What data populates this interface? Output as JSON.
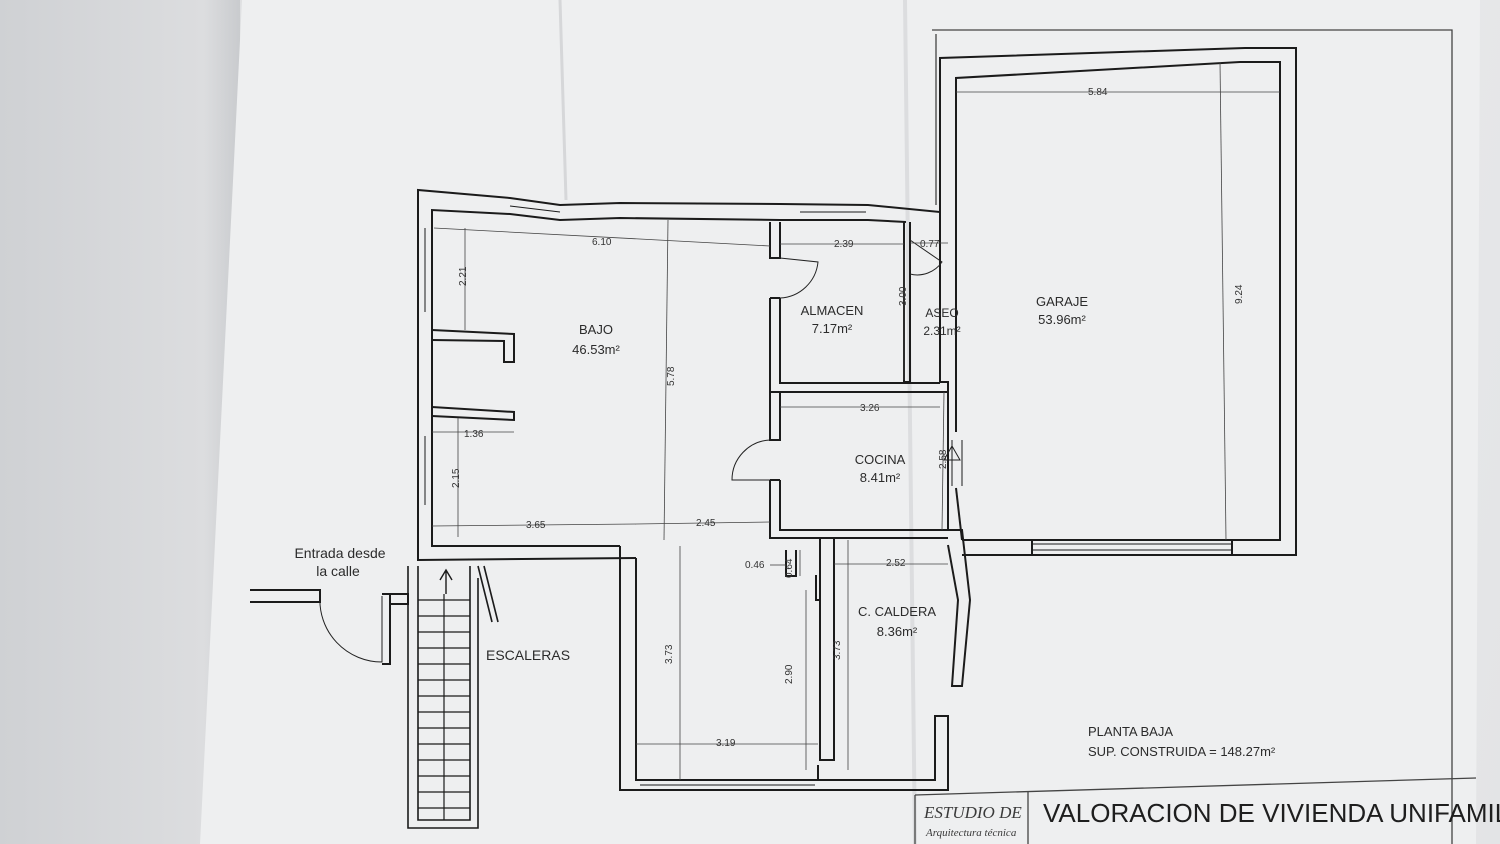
{
  "drawing": {
    "title": "VALORACION DE VIVIENDA UNIFAMILIAR",
    "studio_logo_line1": "ESTUDIO DE",
    "studio_logo_line2": "Arquitectura técnica",
    "plan_name": "PLANTA BAJA",
    "built_area": "SUP. CONSTRUIDA = 148.27m²"
  },
  "rooms": {
    "bajo": {
      "name": "BAJO",
      "area": "46.53m²"
    },
    "almacen": {
      "name": "ALMACEN",
      "area": "7.17m²"
    },
    "aseo": {
      "name": "ASEO",
      "area": "2.31m²"
    },
    "garaje": {
      "name": "GARAJE",
      "area": "53.96m²"
    },
    "cocina": {
      "name": "COCINA",
      "area": "8.41m²"
    },
    "caldera": {
      "name": "C. CALDERA",
      "area": "8.36m²"
    }
  },
  "labels": {
    "entrance_line1": "Entrada desde",
    "entrance_line2": "la calle",
    "stairs": "ESCALERAS"
  },
  "dimensions": {
    "bajo_width": "6.10",
    "almacen_width": "2.39",
    "aseo_width": "0.77",
    "garaje_width": "5.84",
    "garaje_depth": "9.24",
    "bajo_upper_depth": "2.21",
    "bajo_depth": "5.78",
    "aseo_depth": "3.00",
    "cocina_width": "3.26",
    "cocina_depth": "2.58",
    "niche_width": "1.36",
    "bajo_lower_depth": "2.15",
    "front_width": "3.65",
    "corridor_width": "2.45",
    "wall_046": "0.46",
    "wall_064": "0.64",
    "caldera_width": "2.52",
    "lower_depth": "3.73",
    "corridor_depth": "2.90",
    "caldera_depth": "3.73",
    "bottom_width": "3.19"
  }
}
